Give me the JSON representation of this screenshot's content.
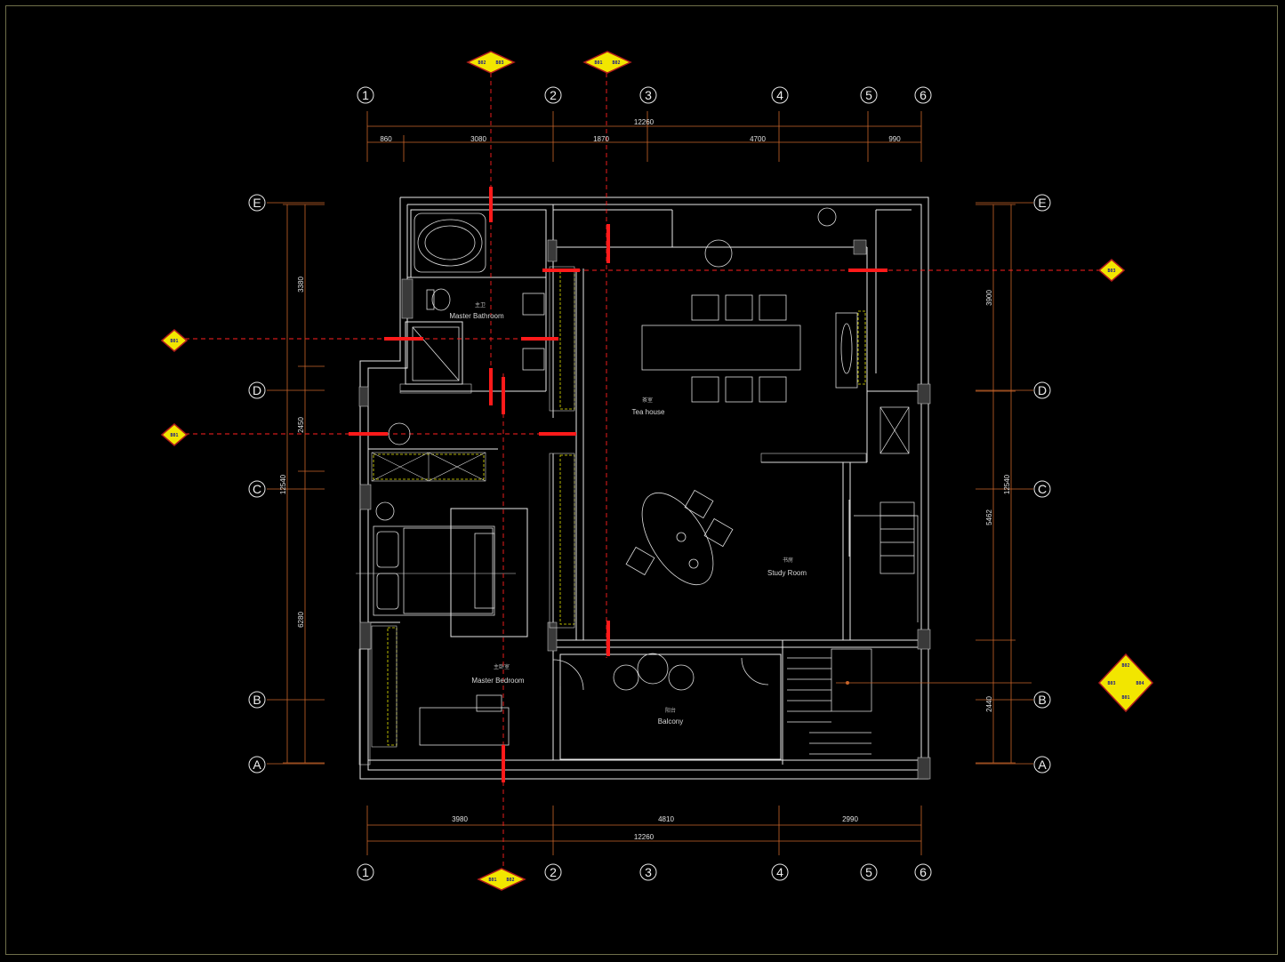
{
  "axes_top": [
    {
      "label": "1"
    },
    {
      "label": "2"
    },
    {
      "label": "3"
    },
    {
      "label": "4"
    },
    {
      "label": "5"
    },
    {
      "label": "6"
    }
  ],
  "axes_side": [
    {
      "label": "E"
    },
    {
      "label": "D"
    },
    {
      "label": "C"
    },
    {
      "label": "B"
    },
    {
      "label": "A"
    }
  ],
  "dims_top_total": "12260",
  "dims_top": [
    "860",
    "3080",
    "1870",
    "4700",
    "990"
  ],
  "dims_bottom_total": "12260",
  "dims_bottom": [
    "3980",
    "4810",
    "2990"
  ],
  "dims_left": [
    "3380",
    "2450",
    "6280"
  ],
  "dims_left_total": "12540",
  "dims_right": [
    "3900",
    "5462",
    "2440"
  ],
  "dims_right_total": "12540",
  "rooms": {
    "master_bathroom": {
      "cn": "主卫",
      "en": "Master Bathroom"
    },
    "tea_house": {
      "cn": "茶室",
      "en": "Tea house"
    },
    "study_room": {
      "cn": "书房",
      "en": "Study Room"
    },
    "master_bedroom": {
      "cn": "主卧室",
      "en": "Master Bedroom"
    },
    "balcony": {
      "cn": "阳台",
      "en": "Balcony"
    }
  },
  "section_tags": {
    "top_left": [
      "B02",
      "B03"
    ],
    "top_mid": [
      "B01",
      "B02"
    ],
    "left_upper": [
      "B01"
    ],
    "left_lower": [
      "B01"
    ],
    "right_upper": [
      "B03"
    ],
    "right_lower": [
      "B02",
      "B03",
      "B04",
      "B01"
    ],
    "bottom": [
      "B01",
      "B02"
    ]
  },
  "colors": {
    "background": "#000000",
    "wall": "#e8e8e8",
    "dimension": "#c8642a",
    "section_line": "#ff2020",
    "highlight": "#e6e600",
    "tag_fill": "#f2e600",
    "tag_border": "#b01c1c"
  }
}
